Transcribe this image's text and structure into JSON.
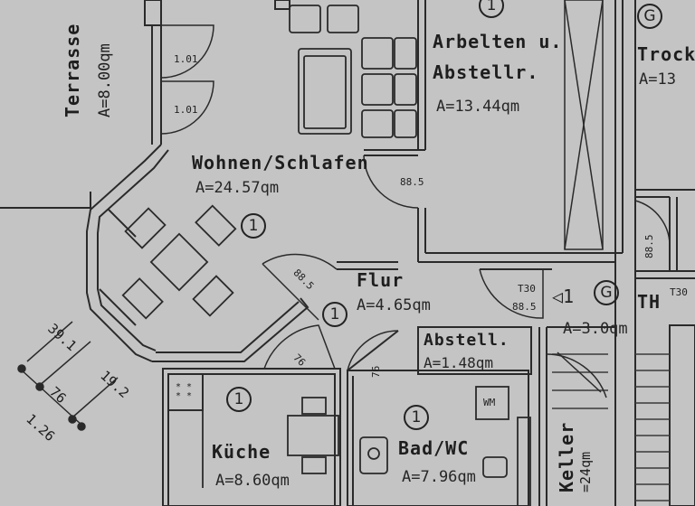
{
  "rooms": {
    "terrasse": {
      "name": "Terrasse",
      "area": "A=8.00qm"
    },
    "wohnen": {
      "name": "Wohnen/Schlafen",
      "area": "A=24.57qm"
    },
    "arbeiten": {
      "name_line1": "Arbelten u.",
      "name_line2": "Abstellr.",
      "area": "A=13.44qm"
    },
    "trocken": {
      "name": "Trock",
      "area": "A=13"
    },
    "flur": {
      "name": "Flur",
      "area": "A=4.65qm"
    },
    "abstell": {
      "name": "Abstell.",
      "area": "A=1.48qm"
    },
    "kueche": {
      "name": "Küche",
      "area": "A=8.60qm"
    },
    "bad": {
      "name": "Bad/WC",
      "area": "A=7.96qm"
    },
    "keller": {
      "name": "Keller",
      "area": "=24qm"
    },
    "treppenhaus": {
      "name": "TH",
      "area": "A=3.0qm"
    }
  },
  "markers": {
    "one": "1",
    "g": "G",
    "arrow": "◁1"
  },
  "labels": {
    "door_101a": "1.01",
    "door_101b": "1.01",
    "door_885_a": "88.5",
    "door_885_b": "88.5",
    "door_885_c": "88.5",
    "door_885_d": "88.5",
    "door_76_a": "76",
    "door_76_b": "76",
    "t30_a": "T30",
    "t30_b": "T30",
    "wm": "WM",
    "stove": "* *\n* *"
  },
  "dimensions": {
    "d1": "39.1",
    "d2": "76",
    "d3": "19.2",
    "d4": "1.26"
  }
}
